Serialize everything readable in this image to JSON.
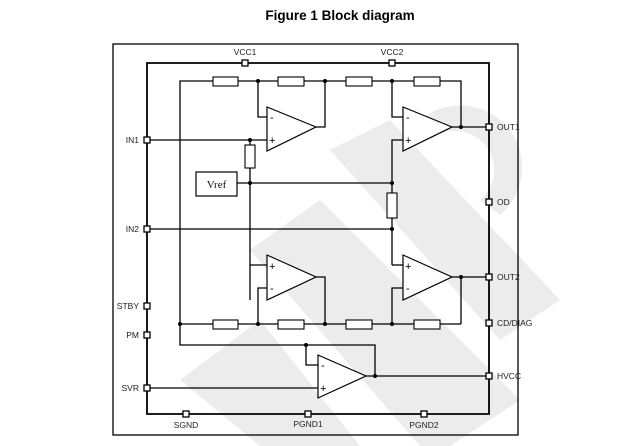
{
  "figure": {
    "title": "Figure 1 Block diagram"
  },
  "pins": {
    "top": [
      "VCC1",
      "VCC2"
    ],
    "left": [
      "IN1",
      "IN2",
      "STBY",
      "PM",
      "SVR"
    ],
    "right": [
      "OUT1",
      "OD",
      "OUT2",
      "CD/DIAG",
      "HVCC"
    ],
    "bottom": [
      "SGND",
      "PGND1",
      "PGND2"
    ]
  },
  "blocks": {
    "vref_label": "Vref"
  },
  "amplifiers": [
    {
      "name": "amp1",
      "inputs": [
        "-",
        "+"
      ]
    },
    {
      "name": "amp2",
      "inputs": [
        "-",
        "+"
      ]
    },
    {
      "name": "amp3",
      "inputs": [
        "+",
        "-"
      ]
    },
    {
      "name": "amp4",
      "inputs": [
        "+",
        "-"
      ]
    },
    {
      "name": "amp5",
      "inputs": [
        "-",
        "+"
      ]
    }
  ]
}
